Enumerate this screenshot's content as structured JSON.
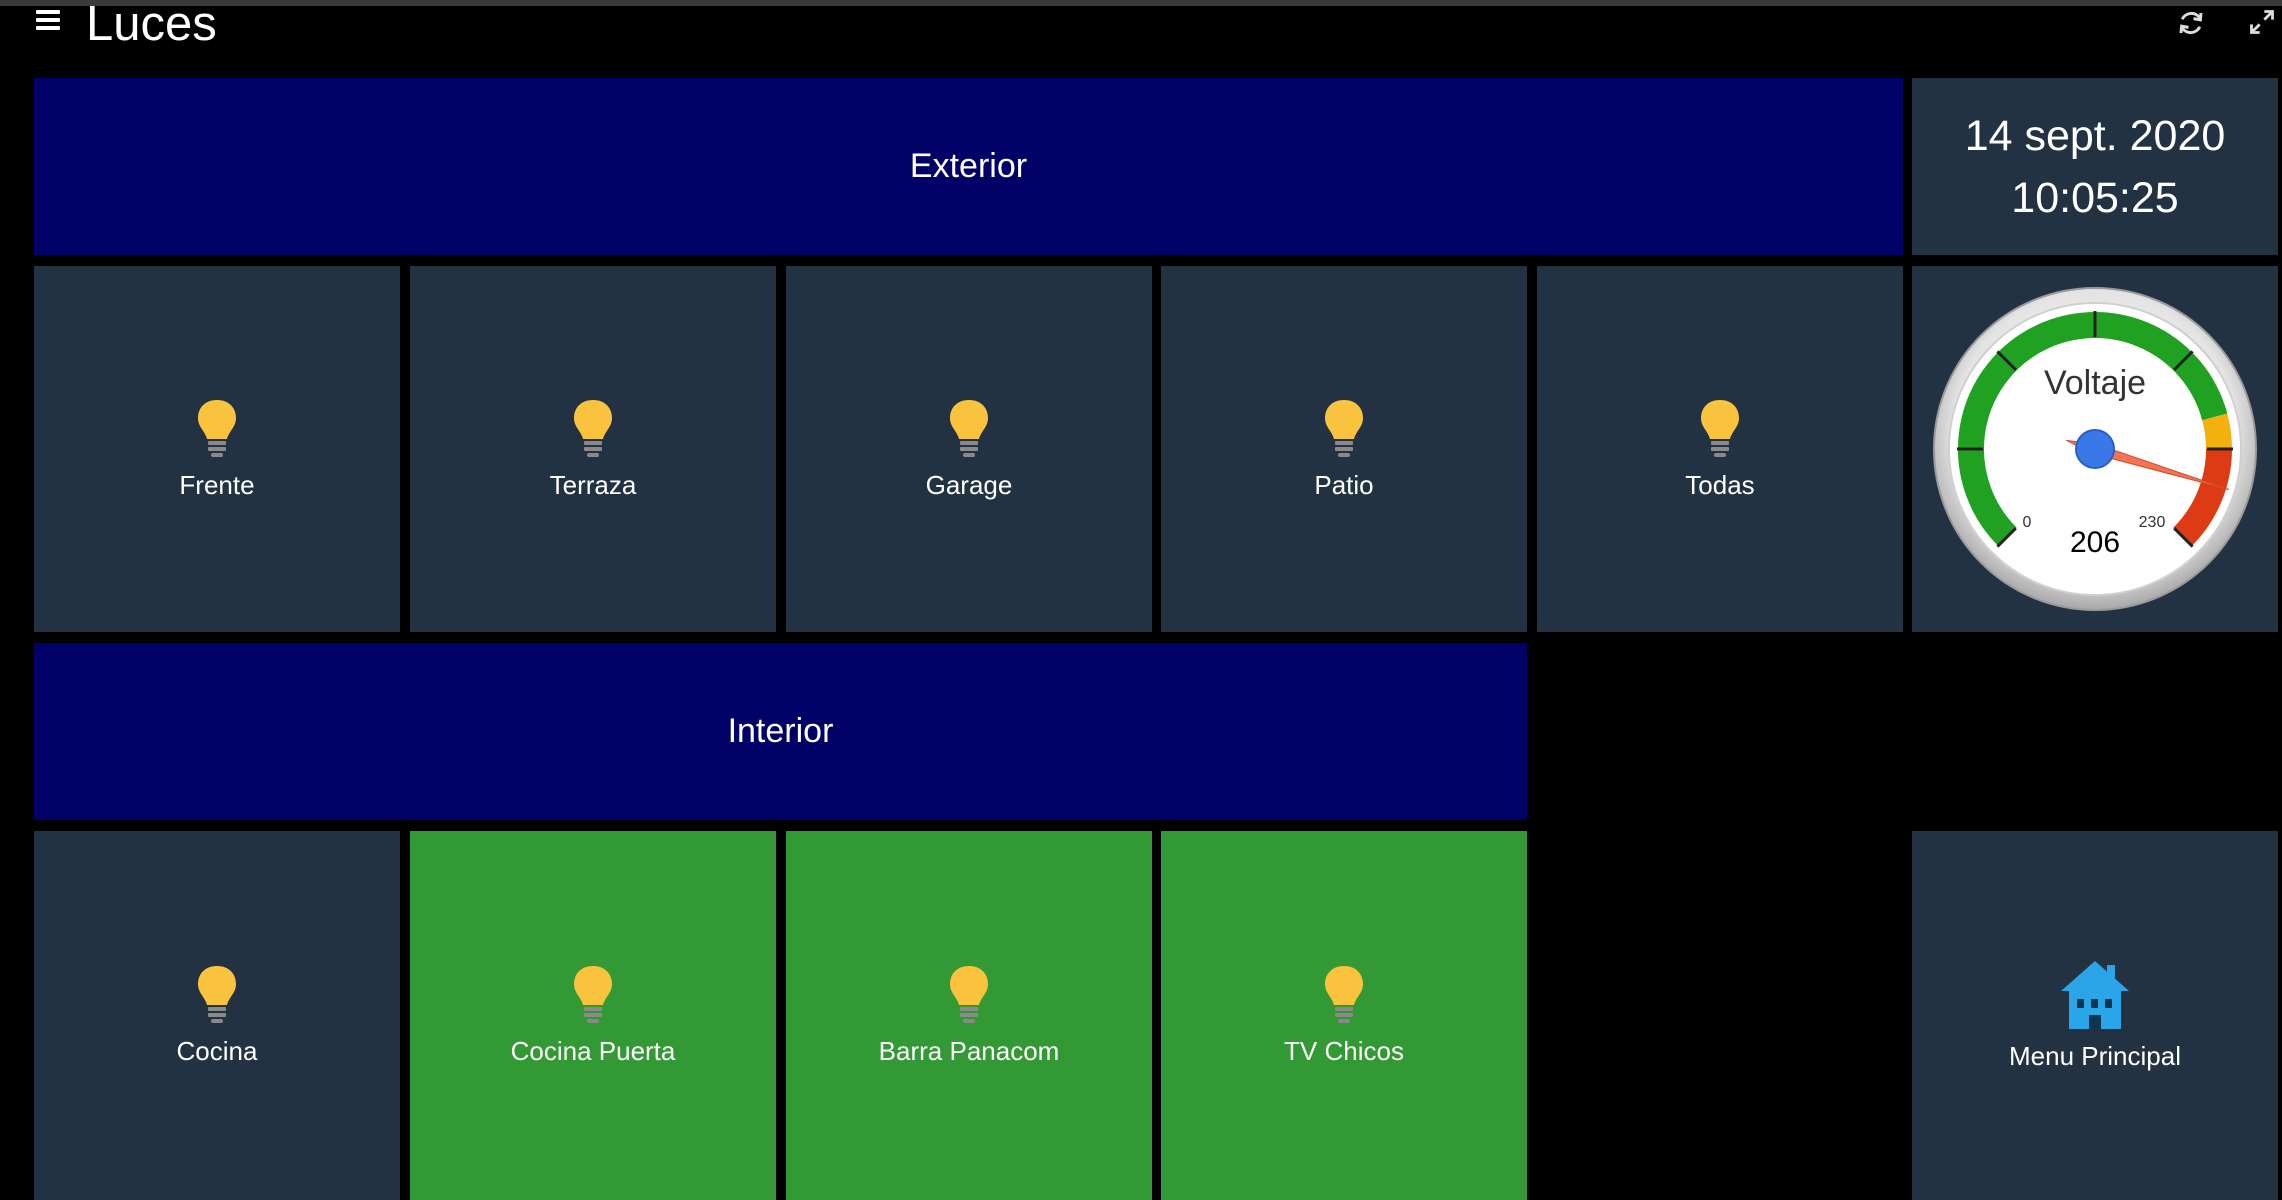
{
  "header": {
    "title": "Luces",
    "menu_icon": "hamburger-menu-icon",
    "refresh_icon": "refresh-icon",
    "fullscreen_icon": "fullscreen-icon"
  },
  "sections": {
    "exterior": "Exterior",
    "interior": "Interior"
  },
  "exterior_lights": [
    {
      "label": "Frente",
      "state": "off",
      "icon": "lightbulb-icon"
    },
    {
      "label": "Terraza",
      "state": "off",
      "icon": "lightbulb-icon"
    },
    {
      "label": "Garage",
      "state": "off",
      "icon": "lightbulb-icon"
    },
    {
      "label": "Patio",
      "state": "off",
      "icon": "lightbulb-icon"
    },
    {
      "label": "Todas",
      "state": "off",
      "icon": "lightbulb-icon"
    }
  ],
  "interior_lights": [
    {
      "label": "Cocina",
      "state": "off",
      "icon": "lightbulb-icon"
    },
    {
      "label": "Cocina Puerta",
      "state": "on",
      "icon": "lightbulb-icon"
    },
    {
      "label": "Barra Panacom",
      "state": "on",
      "icon": "lightbulb-icon"
    },
    {
      "label": "TV Chicos",
      "state": "on",
      "icon": "lightbulb-icon"
    }
  ],
  "clock": {
    "date": "14 sept. 2020",
    "time": "10:05:25"
  },
  "gauge": {
    "title": "Voltaje",
    "value": "206",
    "value_num": 206,
    "min": "0",
    "max": "230",
    "min_num": 0,
    "max_num": 230
  },
  "main_menu": {
    "label": "Menu Principal",
    "icon": "house-icon"
  },
  "colors": {
    "background": "#000000",
    "tile_dark": "#233243",
    "tile_on": "#339934",
    "section_blue": "#000066",
    "bulb": "#F9C33E",
    "house": "#2AA6E8"
  }
}
